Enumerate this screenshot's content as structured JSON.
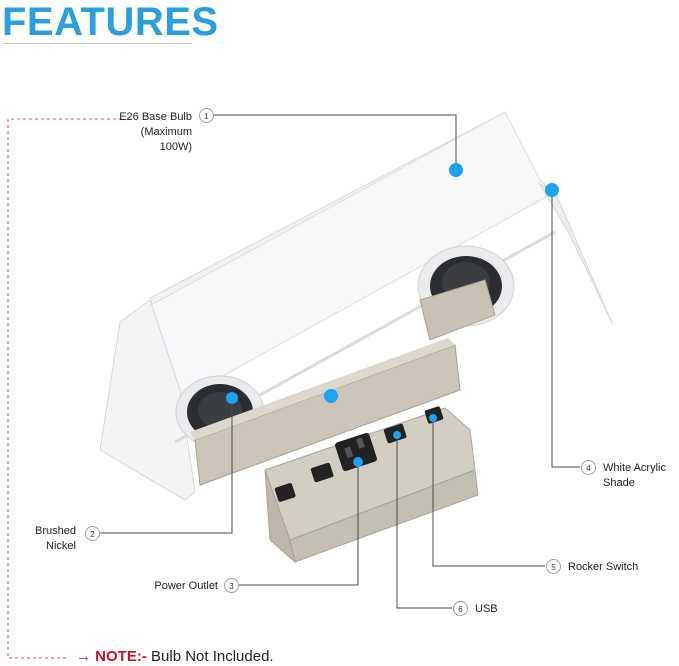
{
  "header": {
    "title": "FEATURES"
  },
  "callouts": [
    {
      "number": "1",
      "label_line1": "E26 Base Bulb",
      "label_line2": "(Maximum 100W)"
    },
    {
      "number": "2",
      "label_line1": "Brushed",
      "label_line2": "Nickel"
    },
    {
      "number": "3",
      "label_line1": "Power Outlet",
      "label_line2": ""
    },
    {
      "number": "4",
      "label_line1": "White Acrylic",
      "label_line2": "Shade"
    },
    {
      "number": "5",
      "label_line1": "Rocker Switch",
      "label_line2": ""
    },
    {
      "number": "6",
      "label_line1": "USB",
      "label_line2": ""
    }
  ],
  "note": {
    "arrow": "→",
    "prefix": "NOTE:-",
    "text": " Bulb Not Included."
  },
  "colors": {
    "accent": "#2a9fe0",
    "note_red": "#c8102e",
    "leader_line": "#4a4a4a",
    "dot": "#1da1f2"
  }
}
